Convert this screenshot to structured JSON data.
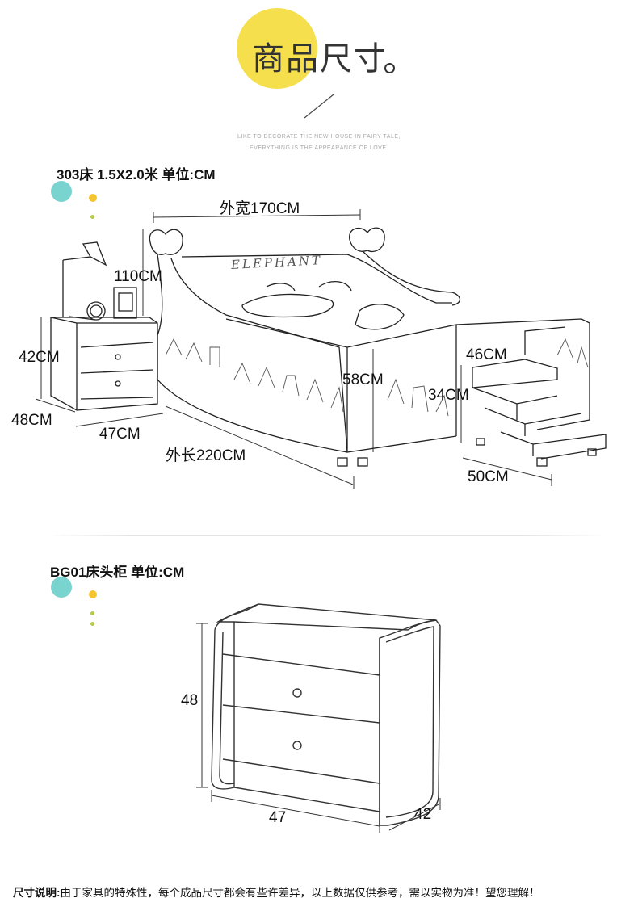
{
  "header": {
    "title": "商品尺寸",
    "tagline_1": "LIKE TO DECORATE THE NEW HOUSE IN FAIRY TALE,",
    "tagline_2": "EVERYTHING IS THE APPEARANCE OF LOVE."
  },
  "bed_section": {
    "title": "303床 1.5X2.0米 单位:CM",
    "headboard_logo": "ELEPHANT",
    "dimensions": {
      "outer_width": "外宽170CM",
      "headboard_height": "110CM",
      "nightstand_height": "42CM",
      "nightstand_depth": "48CM",
      "nightstand_width": "47CM",
      "outer_length": "外长220CM",
      "bed_height": "58CM",
      "step_top": "46CM",
      "step_height": "34CM",
      "step_width": "50CM"
    }
  },
  "nightstand_section": {
    "title": "BG01床头柜 单位:CM",
    "dimensions": {
      "height": "48",
      "width": "47",
      "depth": "42"
    }
  },
  "footer": {
    "note_label": "尺寸说明:",
    "note_text": "由于家具的特殊性，每个成品尺寸都会有些许差异，以上数据仅供参考，需以实物为准！望您理解！"
  },
  "colors": {
    "accent_yellow": "#f5df4d",
    "dot_teal": "#79d3cf",
    "dot_yellow": "#f5c531",
    "dot_green": "#b7c94a"
  }
}
